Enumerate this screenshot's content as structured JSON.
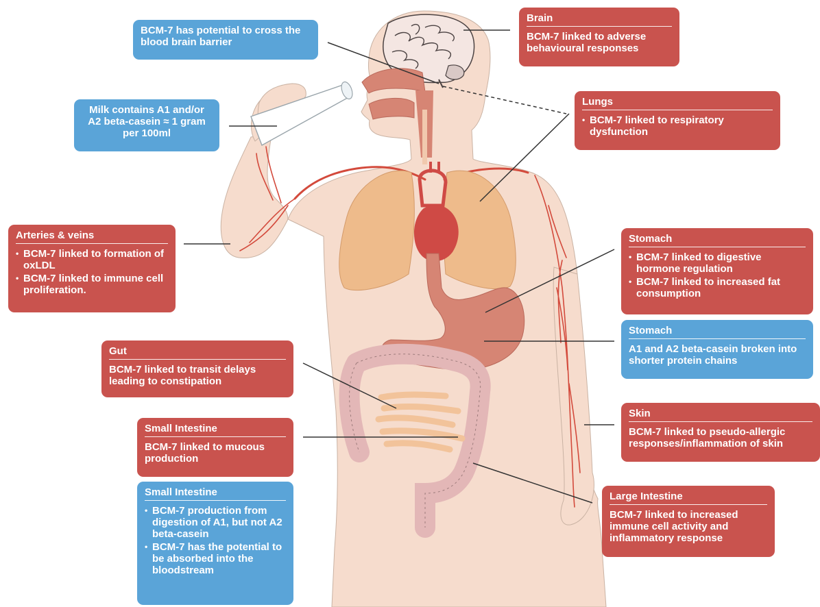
{
  "callouts": {
    "bbb": {
      "text": "BCM-7 has potential to cross the blood brain barrier"
    },
    "milk": {
      "text": "Milk contains A1 and/or A2 beta-casein ≈ 1 gram per 100ml"
    },
    "arteries": {
      "title": "Arteries & veins",
      "bullets": [
        "BCM-7 linked to formation of oxLDL",
        "BCM-7 linked to immune cell proliferation."
      ]
    },
    "gut": {
      "title": "Gut",
      "text": "BCM-7 linked to transit delays leading to constipation"
    },
    "small_int_red": {
      "title": "Small Intestine",
      "text": "BCM-7 linked to mucous production"
    },
    "small_int_blue": {
      "title": "Small Intestine",
      "bullets": [
        "BCM-7 production from digestion of A1, but not A2 beta-casein",
        "BCM-7 has the potential to be absorbed into the bloodstream"
      ]
    },
    "brain": {
      "title": "Brain",
      "text": "BCM-7 linked to adverse behavioural responses"
    },
    "lungs": {
      "title": "Lungs",
      "bullets": [
        "BCM-7 linked to respiratory dysfunction"
      ]
    },
    "stomach_red": {
      "title": "Stomach",
      "bullets": [
        "BCM-7 linked to digestive hormone regulation",
        "BCM-7 linked to increased fat consumption"
      ]
    },
    "stomach_blue": {
      "title": "Stomach",
      "text": "A1 and A2 beta-casein broken into shorter protein chains"
    },
    "skin": {
      "title": "Skin",
      "text": "BCM-7 linked to pseudo-allergic responses/inflammation of skin"
    },
    "large_int": {
      "title": "Large Intestine",
      "text": "BCM-7 linked to increased immune cell activity and inflammatory response"
    }
  },
  "colors": {
    "red_box": "#c9534e",
    "blue_box": "#5aa4d8",
    "skin": "#f6dccd",
    "lungs": "#eebb8b",
    "heart": "#cf4a45",
    "vessels": "#d34a3c",
    "stomach": "#d68574",
    "colon": "#efc5c5",
    "small_intestine": "#f2c39a",
    "brain": "#f4e6e2"
  },
  "icons": [
    "human-body-illustration",
    "brain-illustration",
    "drinking-glass-illustration",
    "lungs-illustration",
    "heart-illustration",
    "stomach-illustration",
    "intestines-illustration"
  ]
}
